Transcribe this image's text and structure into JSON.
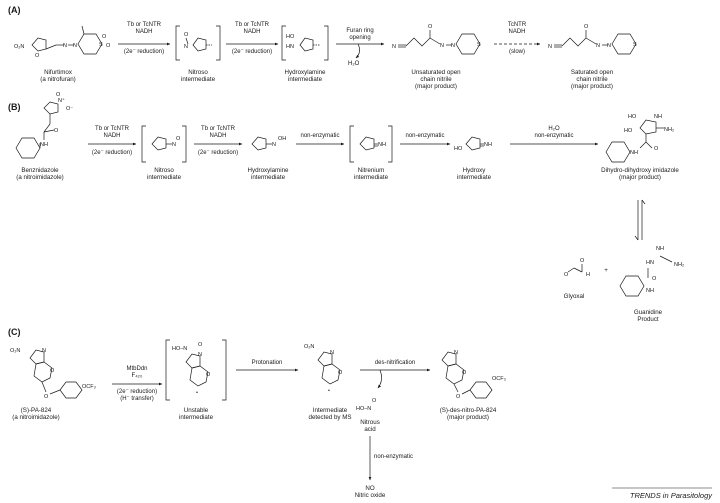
{
  "panels": {
    "a": {
      "label": "(A)",
      "compounds": [
        {
          "name": "Nifurtimox",
          "desc": "(a nitrofuran)"
        },
        {
          "name": "Nitroso",
          "desc": "intermediate"
        },
        {
          "name": "Hydroxylamine",
          "desc": "intermediate"
        },
        {
          "name": "Unsaturated open",
          "desc": "chain nitrile",
          "note": "(major product)"
        },
        {
          "name": "Saturated open",
          "desc": "chain nitrile",
          "note": "(major product)"
        }
      ],
      "arrows": [
        {
          "l1": "Tb or TcNTR",
          "l2": "NADH",
          "l3": "(2e⁻ reduction)"
        },
        {
          "l1": "Tb or TcNTR",
          "l2": "NADH",
          "l3": "(2e⁻ reduction)"
        },
        {
          "l1": "Furan ring",
          "l2": "opening",
          "byproduct": "H₂O"
        },
        {
          "l1": "TcNTR",
          "l2": "NADH",
          "l3": "(slow)"
        }
      ]
    },
    "b": {
      "label": "(B)",
      "compounds": [
        {
          "name": "Benznidazole",
          "desc": "(a nitroimidazole)"
        },
        {
          "name": "Nitroso",
          "desc": "intermediate"
        },
        {
          "name": "Hydroxylamine",
          "desc": "intermediate"
        },
        {
          "name": "Nitrenium",
          "desc": "intermediate"
        },
        {
          "name": "Hydroxy",
          "desc": "intermediate"
        },
        {
          "name": "Dihydro-dihydroxy imidazole",
          "desc": "(major product)"
        },
        {
          "name": "Glyoxal",
          "desc": ""
        },
        {
          "name": "Guanidine",
          "desc": "Product"
        }
      ],
      "arrows": [
        {
          "l1": "Tb or TcNTR",
          "l2": "NADH",
          "l3": "(2e⁻ reduction)"
        },
        {
          "l1": "Tb or TcNTR",
          "l2": "NADH",
          "l3": "(2e⁻ reduction)"
        },
        {
          "l1": "non-enzymatic"
        },
        {
          "l1": "non-enzymatic"
        },
        {
          "l1": "H₂O",
          "l2": "non-enzymatic"
        }
      ],
      "plus": "+"
    },
    "c": {
      "label": "(C)",
      "compounds": [
        {
          "name": "(S)-PA-824",
          "desc": "(a nitroimidazole)"
        },
        {
          "name": "Unstable",
          "desc": "intermediate"
        },
        {
          "name": "Intermediate",
          "desc": "detected by MS"
        },
        {
          "name": "(S)-des-nitro-PA-824",
          "desc": "(major product)"
        },
        {
          "name": "Nitrous",
          "desc": "acid"
        },
        {
          "name": "NO",
          "desc": "Nitric oxide"
        }
      ],
      "arrows": [
        {
          "l1": "MtbDdn",
          "l2": "F₄₂₀",
          "l3": "(2e⁻ reduction)",
          "l4": "(H⁻ transfer)"
        },
        {
          "l1": "Protonation"
        },
        {
          "l1": "des-nitrification"
        },
        {
          "l1": "non-enzymatic"
        }
      ]
    }
  },
  "atoms": {
    "o2n": "O₂N",
    "o": "O",
    "s": "S",
    "n": "N",
    "nplus": "N⁺",
    "ominus": "O⁻",
    "ho": "HO",
    "hn": "HN",
    "oh": "OH",
    "nh": "NH",
    "nh2": "NH₂",
    "h": "H",
    "ocf3": "OCF₃",
    "hon": "HO–N",
    "nitroso_o": "O",
    "dot": "•"
  },
  "footer": "TRENDS in Parasitology"
}
